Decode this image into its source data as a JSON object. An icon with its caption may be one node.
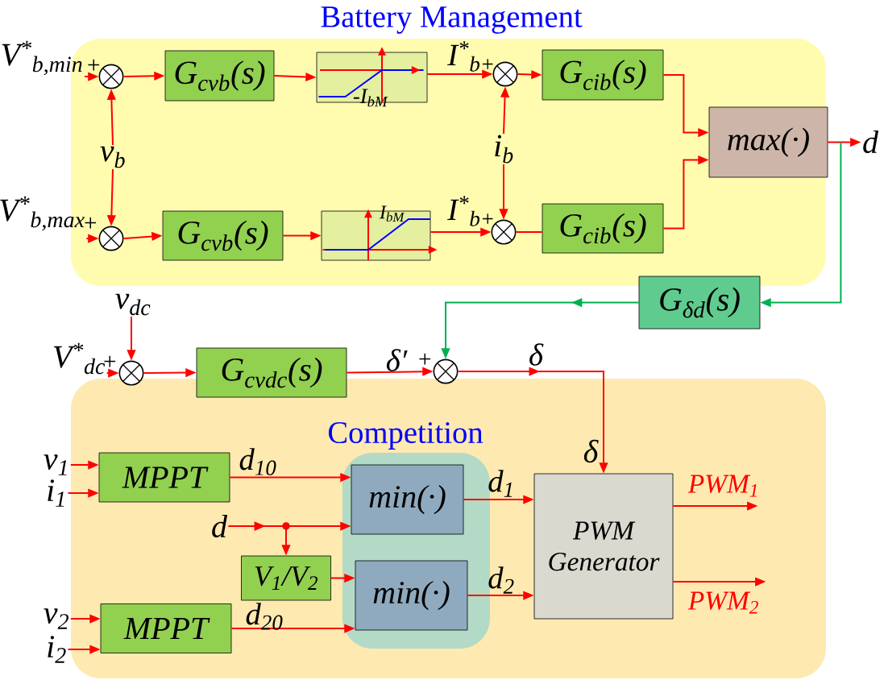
{
  "diagram": {
    "nodes": [
      {
        "text": [
          "Battery Management"
        ]
      },
      {
        "text": [],
        "shape": "circle",
        "in": 0
      },
      {
        "text": [
          "G$_{cvb}$(s)"
        ],
        "in": 0
      },
      {
        "text": [
          "-I$_{bM}$"
        ],
        "in": 0
      },
      {
        "text": [],
        "shape": "circle",
        "in": 0
      },
      {
        "text": [
          "G$_{cib}$(s)"
        ],
        "in": 0
      },
      {
        "text": [
          "max(·)"
        ],
        "in": 0
      },
      {
        "text": [],
        "shape": "circle",
        "in": 0
      },
      {
        "text": [
          "G$_{cvb}$(s)"
        ],
        "in": 0
      },
      {
        "text": [
          "I$_{bM}$"
        ],
        "in": 0
      },
      {
        "text": [],
        "shape": "circle",
        "in": 0
      },
      {
        "text": [
          "G$_{cib}$(s)"
        ],
        "in": 0
      },
      {
        "text": [
          "G$_{δd}$(s)"
        ]
      },
      {
        "text": [],
        "shape": "circle"
      },
      {
        "text": [
          "G$_{cvdc}$(s)"
        ]
      },
      {
        "text": [],
        "shape": "circle"
      },
      {
        "text": [],
        "shape": "box"
      },
      {
        "text": [
          "Competition"
        ],
        "in": 16
      },
      {
        "text": [
          "MPPT"
        ],
        "in": 16
      },
      {
        "text": [
          "min(·)"
        ],
        "in": 17
      },
      {
        "text": [
          "min(·)"
        ],
        "in": 17
      },
      {
        "text": [
          "V$_{1}$/V$_{2}$"
        ],
        "in": 16
      },
      {
        "text": [
          "MPPT"
        ],
        "in": 16
      },
      {
        "text": [
          "PWM Generator"
        ],
        "in": 16
      },
      {
        "text": [
          "V$^{*}$$_{b,min}$"
        ]
      },
      {
        "text": [
          "v$_{b}$"
        ],
        "in": 0
      },
      {
        "text": [
          "V$^{*}$$_{b,max}$"
        ]
      },
      {
        "text": [
          "i$_{b}$"
        ],
        "in": 0
      },
      {
        "text": [
          "d"
        ]
      },
      {
        "text": [
          "v$_{dc}$"
        ]
      },
      {
        "text": [
          "V$^{*}$$_{dc}$"
        ]
      },
      {
        "text": [
          "d"
        ],
        "in": 16
      },
      {
        "text": [
          "v$_{1}$"
        ]
      },
      {
        "text": [
          "i$_{1}$"
        ]
      },
      {
        "text": [
          "v$_{2}$"
        ]
      },
      {
        "text": [
          "i$_{2}$"
        ]
      }
    ],
    "edges": [
      {
        "from": 24,
        "to": 1,
        "arrow": "to"
      },
      {
        "from": 25,
        "to": 1,
        "arrow": "to"
      },
      {
        "from": 25,
        "to": 7,
        "arrow": "to"
      },
      {
        "from": 26,
        "to": 7,
        "arrow": "to"
      },
      {
        "from": 1,
        "to": 2,
        "arrow": "to"
      },
      {
        "from": 2,
        "to": 3,
        "arrow": "to"
      },
      {
        "from": 3,
        "to": 4,
        "arrow": "to",
        "label": "I$^{*}$$_{b+}$"
      },
      {
        "from": 27,
        "to": 4,
        "arrow": "to"
      },
      {
        "from": 27,
        "to": 10,
        "arrow": "to"
      },
      {
        "from": 4,
        "to": 5,
        "arrow": "to"
      },
      {
        "from": 5,
        "to": 6,
        "arrow": "to"
      },
      {
        "from": 7,
        "to": 8,
        "arrow": "to"
      },
      {
        "from": 8,
        "to": 9,
        "arrow": "to"
      },
      {
        "from": 9,
        "to": 10,
        "arrow": "to",
        "label": "I$^{*}$$_{b+}$"
      },
      {
        "from": 10,
        "to": 11,
        "arrow": "none"
      },
      {
        "from": 11,
        "to": 6,
        "arrow": "to"
      },
      {
        "from": 6,
        "to": 28,
        "arrow": "to"
      },
      {
        "from": 6,
        "to": 12,
        "arrow": "to",
        "color": "#00b050"
      },
      {
        "from": 12,
        "to": 15,
        "arrow": "to",
        "color": "#00b050"
      },
      {
        "from": 29,
        "to": 13,
        "arrow": "to"
      },
      {
        "from": 30,
        "to": 13,
        "arrow": "to"
      },
      {
        "from": 13,
        "to": 14,
        "arrow": "to"
      },
      {
        "from": 14,
        "to": 15,
        "arrow": "to",
        "label": "δ′"
      },
      {
        "from": 15,
        "to": 23,
        "arrow": "to",
        "label": "δ"
      },
      {
        "from": 32,
        "to": 18,
        "arrow": "to"
      },
      {
        "from": 33,
        "to": 18,
        "arrow": "to"
      },
      {
        "from": 34,
        "to": 22,
        "arrow": "to"
      },
      {
        "from": 35,
        "to": 22,
        "arrow": "to"
      },
      {
        "from": 18,
        "to": 19,
        "arrow": "to",
        "label": "d$_{10}$"
      },
      {
        "from": 31,
        "to": 19,
        "arrow": "to"
      },
      {
        "from": 31,
        "to": 21,
        "arrow": "to"
      },
      {
        "from": 21,
        "to": 20,
        "arrow": "to"
      },
      {
        "from": 22,
        "to": 20,
        "arrow": "to",
        "label": "d$_{20}$"
      },
      {
        "from": 19,
        "to": 23,
        "arrow": "to",
        "label": "d$_{1}$"
      },
      {
        "from": 20,
        "to": 23,
        "arrow": "to",
        "label": "d$_{2}$"
      },
      {
        "from": 23,
        "to": null,
        "arrow": "to",
        "label": "PWM$_{1}$"
      },
      {
        "from": 23,
        "to": null,
        "arrow": "to",
        "label": "PWM$_{2}$"
      }
    ],
    "labels": [
      "+",
      "+",
      "+",
      "+",
      "δ"
    ]
  }
}
